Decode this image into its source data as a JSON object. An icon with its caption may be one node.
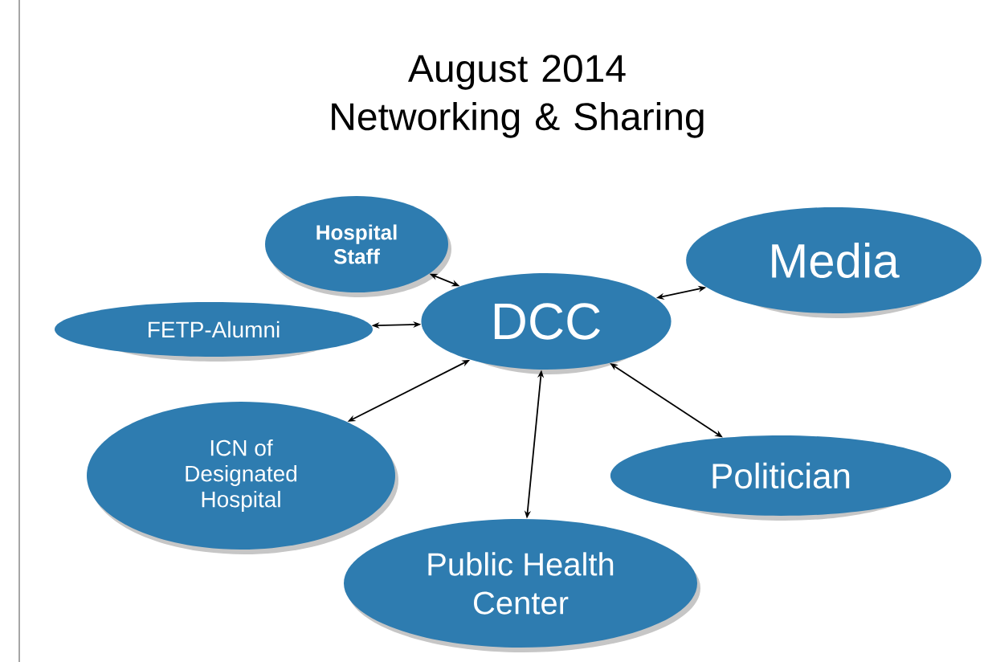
{
  "diagram": {
    "title": "August 2014 Networking & Sharing",
    "nodes": [
      {
        "text": [
          "Hospital Staff"
        ]
      },
      {
        "text": [
          "Media"
        ]
      },
      {
        "text": [
          "DCC"
        ]
      },
      {
        "text": [
          "FETP-Alumni"
        ]
      },
      {
        "text": [
          "ICN of Designated Hospital"
        ]
      },
      {
        "text": [
          "Politician"
        ]
      },
      {
        "text": [
          "Public Health Center"
        ]
      }
    ],
    "edges": [
      {
        "from": 2,
        "to": 0,
        "arrow": "both"
      },
      {
        "from": 2,
        "to": 1,
        "arrow": "both"
      },
      {
        "from": 2,
        "to": 3,
        "arrow": "both"
      },
      {
        "from": 2,
        "to": 4,
        "arrow": "both"
      },
      {
        "from": 2,
        "to": 5,
        "arrow": "both"
      },
      {
        "from": 2,
        "to": 6,
        "arrow": "both"
      }
    ]
  }
}
